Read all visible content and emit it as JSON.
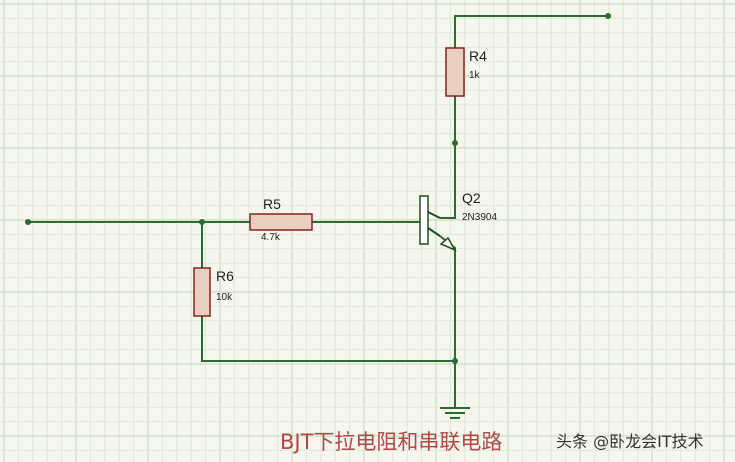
{
  "components": {
    "R4": {
      "ref": "R4",
      "value": "1k"
    },
    "R5": {
      "ref": "R5",
      "value": "4.7k"
    },
    "R6": {
      "ref": "R6",
      "value": "10k"
    },
    "Q2": {
      "ref": "Q2",
      "value": "2N3904"
    }
  },
  "caption": "BJT下拉电阻和串联电路",
  "watermark": "头条 @卧龙会IT技术",
  "colors": {
    "wire": "#2e6b2e",
    "resistor_fill": "#e8cfc0",
    "resistor_stroke": "#8a2020",
    "transistor": "#1f4f1f",
    "grid_fine": "#dfe8d6",
    "grid_major": "#c5d4ba",
    "background": "#f5f7ee",
    "caption": "#b04848"
  }
}
